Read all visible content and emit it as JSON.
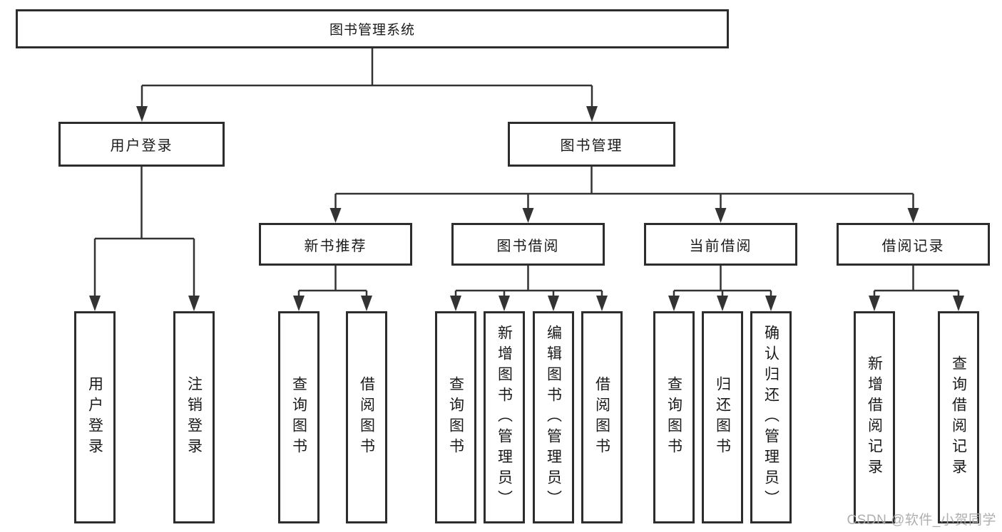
{
  "diagram": {
    "root": "图书管理系统",
    "level2": {
      "user_login": "用户登录",
      "book_mgmt": "图书管理"
    },
    "level3": {
      "new_book": "新书推荐",
      "book_borrow": "图书借阅",
      "current_borrow": "当前借阅",
      "borrow_record": "借阅记录"
    },
    "leaves": {
      "user_login": [
        "用户登录",
        "注销登录"
      ],
      "new_book": [
        "查询图书",
        "借阅图书"
      ],
      "book_borrow": [
        "查询图书",
        "新增图书（管理员）",
        "编辑图书（管理员）",
        "借阅图书"
      ],
      "current_borrow": [
        "查询图书",
        "归还图书",
        "确认归还（管理员）"
      ],
      "borrow_record": [
        "新增借阅记录",
        "查询借阅记录"
      ]
    }
  },
  "watermark": "CSDN @软件_小贺同学",
  "colors": {
    "line": "#333333",
    "border": "#2d2d2d",
    "text": "#1a1a1a",
    "watermark": "#ababab",
    "background": "#ffffff"
  }
}
